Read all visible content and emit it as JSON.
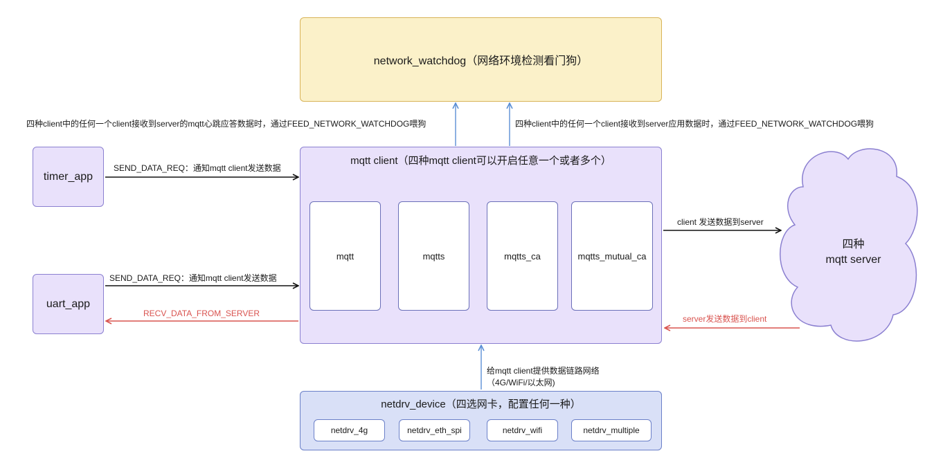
{
  "watchdog": {
    "label": "network_watchdog（网络环境检测看门狗）"
  },
  "annotations": {
    "heartbeat": "四种client中的任何一个client接收到server的mqtt心跳应答数据时，通过FEED_NETWORK_WATCHDOG喂狗",
    "appdata": "四种client中的任何一个client接收到server应用数据时，通过FEED_NETWORK_WATCHDOG喂狗"
  },
  "timer_app": {
    "label": "timer_app",
    "arrow_label": "SEND_DATA_REQ：通知mqtt client发送数据"
  },
  "uart_app": {
    "label": "uart_app",
    "arrow_label": "SEND_DATA_REQ：通知mqtt client发送数据",
    "recv_label": "RECV_DATA_FROM_SERVER"
  },
  "mqtt_client": {
    "title": "mqtt client（四种mqtt client可以开启任意一个或者多个）",
    "variants": [
      "mqtt",
      "mqtts",
      "mqtts_ca",
      "mqtts_mutual_ca"
    ]
  },
  "server": {
    "line1": "四种",
    "line2": "mqtt server",
    "send_label": "client 发送数据到server",
    "recv_label": "server发送数据到client"
  },
  "netdrv": {
    "title": "netdrv_device（四选网卡，配置任何一种）",
    "link_label_1": "给mqtt client提供数据链路网络",
    "link_label_2": "（4G/WiFi/以太网)",
    "cards": [
      "netdrv_4g",
      "netdrv_eth_spi",
      "netdrv_wifi",
      "netdrv_multiple"
    ]
  },
  "colors": {
    "client_fill": "#e9e1fb",
    "watchdog_fill": "#fbf1c9",
    "netdrv_fill": "#d9e0f7",
    "cloud_fill": "#e9e1fb",
    "blue_arrow": "#5b8fd6",
    "red_arrow": "#d9534f",
    "black_arrow": "#111111"
  }
}
